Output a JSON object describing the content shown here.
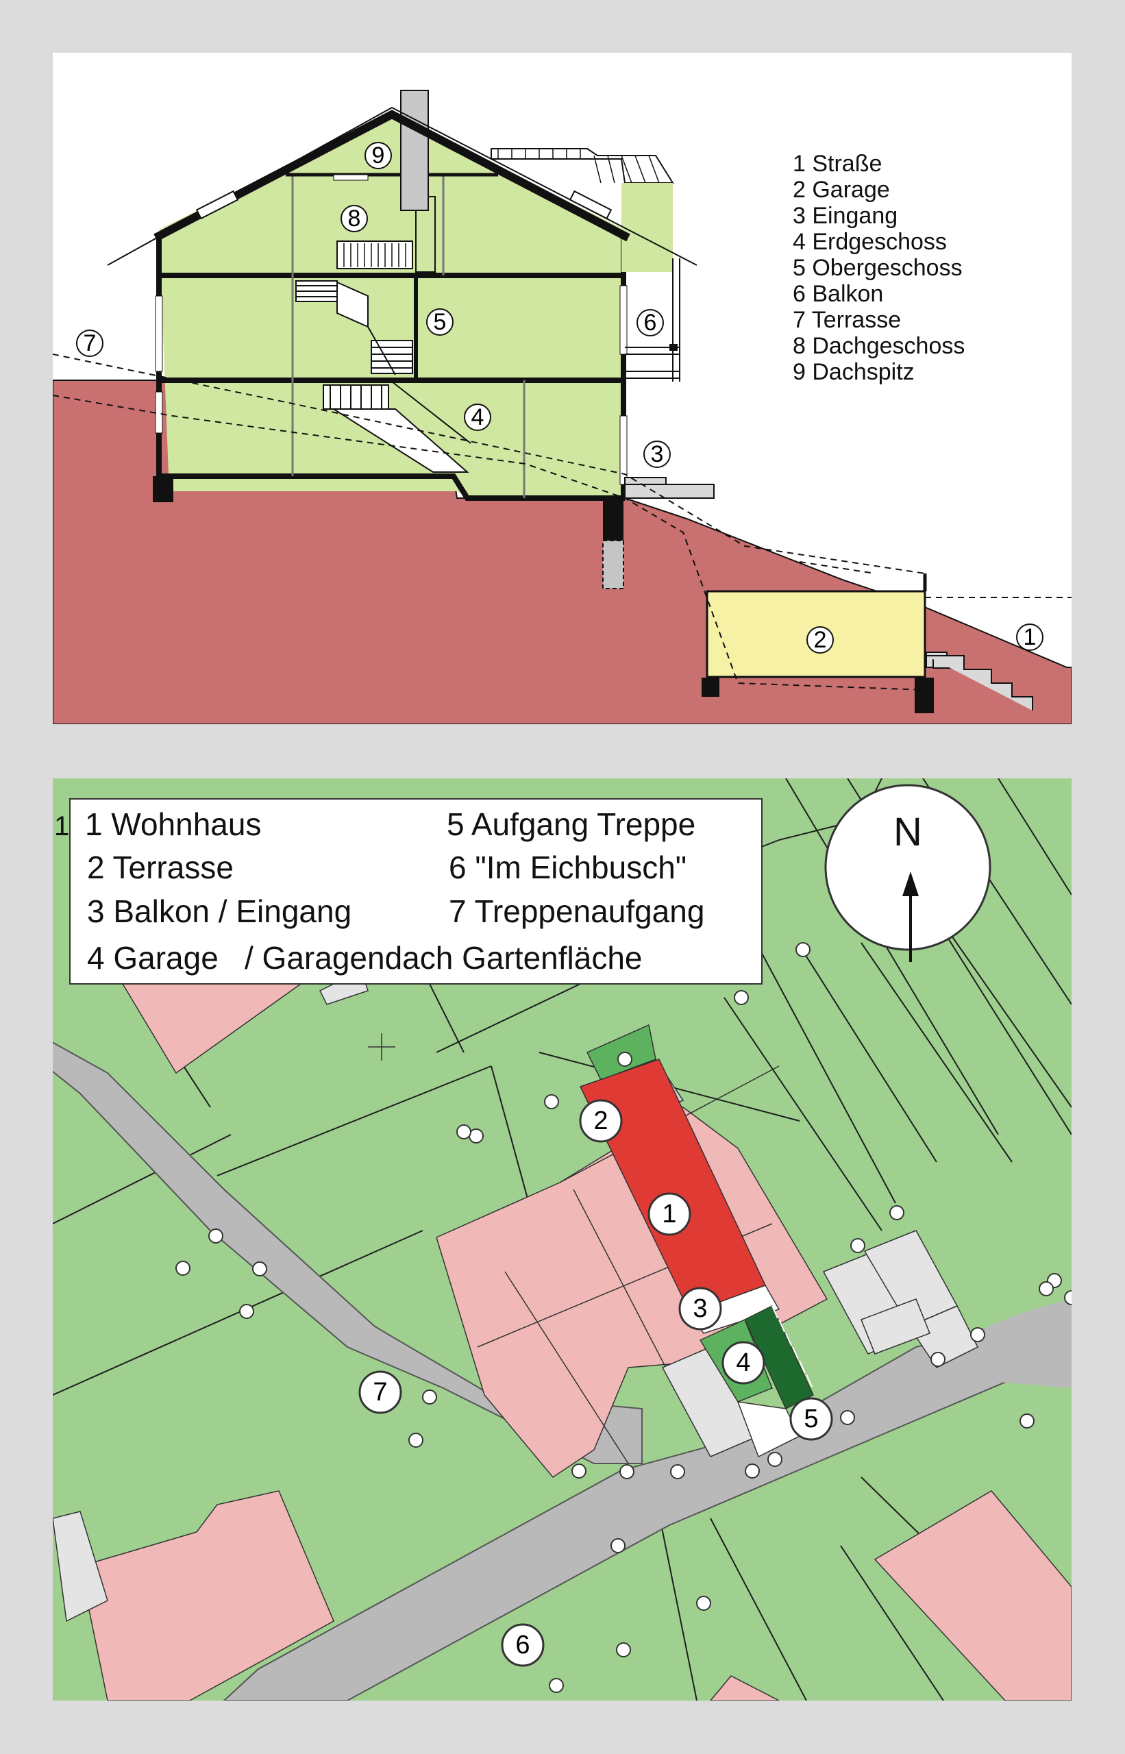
{
  "section": {
    "legend": [
      "1 Straße",
      "2 Garage",
      "3 Eingang",
      "4 Erdgeschoss",
      "5 Obergeschoss",
      "6 Balkon",
      "7 Terrasse",
      "8 Dachgeschoss",
      "9 Dachspitz"
    ],
    "markers": [
      "1",
      "2",
      "3",
      "4",
      "5",
      "6",
      "7",
      "8",
      "9"
    ]
  },
  "site": {
    "legend": [
      "1 Wohnhaus",
      "2 Terrasse",
      "3 Balkon / Eingang",
      "4 Garage",
      "/ Garagendach Gartenfläche",
      "5 Aufgang Treppe",
      "6 \"Im Eichbusch\"",
      "7 Treppenaufgang"
    ],
    "markers": [
      "1",
      "2",
      "3",
      "4",
      "5",
      "6",
      "7"
    ],
    "compass_label": "N",
    "edge_fragment": "1"
  },
  "colors": {
    "frame": "#dcdcdc",
    "terrain": "#c97170",
    "house_fill": "#cfe7a1",
    "garage_fill": "#f7f1a6",
    "meadow": "#9fd08f",
    "road": "#b9b9b9",
    "neighbor_house": "#f0b9b8",
    "main_house": "#e03a35",
    "garden_roof": "#5db25f",
    "stair": "#1e6a2e"
  }
}
